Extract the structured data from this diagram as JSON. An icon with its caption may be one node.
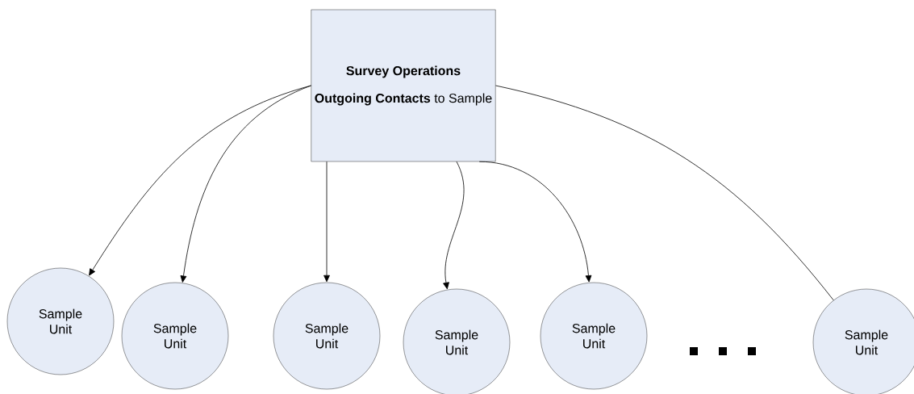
{
  "diagram": {
    "nodes": [
      {
        "text": [
          "Survey Operations",
          "**Outgoing Contacts** to Sample"
        ]
      },
      {
        "text": [
          "Sample Unit"
        ]
      },
      {
        "text": [
          "Sample Unit"
        ]
      },
      {
        "text": [
          "Sample Unit"
        ]
      },
      {
        "text": [
          "Sample Unit"
        ]
      },
      {
        "text": [
          "Sample Unit"
        ]
      },
      {
        "text": [
          "Sample Unit"
        ]
      }
    ],
    "edges": [
      {
        "from": 0,
        "to": 1,
        "arrow": "to"
      },
      {
        "from": 0,
        "to": 2,
        "arrow": "to"
      },
      {
        "from": 0,
        "to": 3,
        "arrow": "to"
      },
      {
        "from": 0,
        "to": 4,
        "arrow": "to"
      },
      {
        "from": 0,
        "to": 5,
        "arrow": "to"
      },
      {
        "from": 0,
        "to": 6,
        "arrow": "none"
      }
    ]
  }
}
